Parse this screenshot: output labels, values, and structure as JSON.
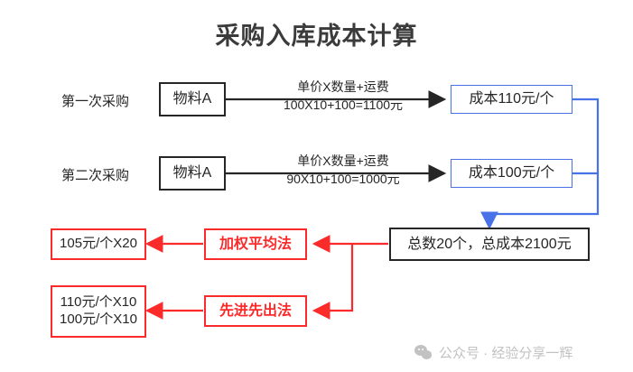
{
  "page": {
    "title": "采购入库成本计算",
    "background": "#ffffff"
  },
  "colors": {
    "black": "#262626",
    "blue": "#4a72e8",
    "red": "#fb2b2b",
    "watermark": "#c2c2c2"
  },
  "rows": [
    {
      "label": "第一次采购",
      "material": "物料A",
      "formula_line1": "单价X数量+运费",
      "formula_line2": "100X10+100=1100元",
      "cost": "成本110元/个"
    },
    {
      "label": "第二次采购",
      "material": "物料A",
      "formula_line1": "单价X数量+运费",
      "formula_line2": "90X10+100=1000元",
      "cost": "成本100元/个"
    }
  ],
  "totals": {
    "summary": "总数20个，总成本2100元"
  },
  "methods": [
    {
      "name": "加权平均法",
      "result_line1": "105元/个X20",
      "result_line2": ""
    },
    {
      "name": "先进先出法",
      "result_line1": "110元/个X10",
      "result_line2": "100元/个X10"
    }
  ],
  "watermark": {
    "icon": "wechat-icon",
    "text": "公众号 · 经验分享一辉"
  }
}
